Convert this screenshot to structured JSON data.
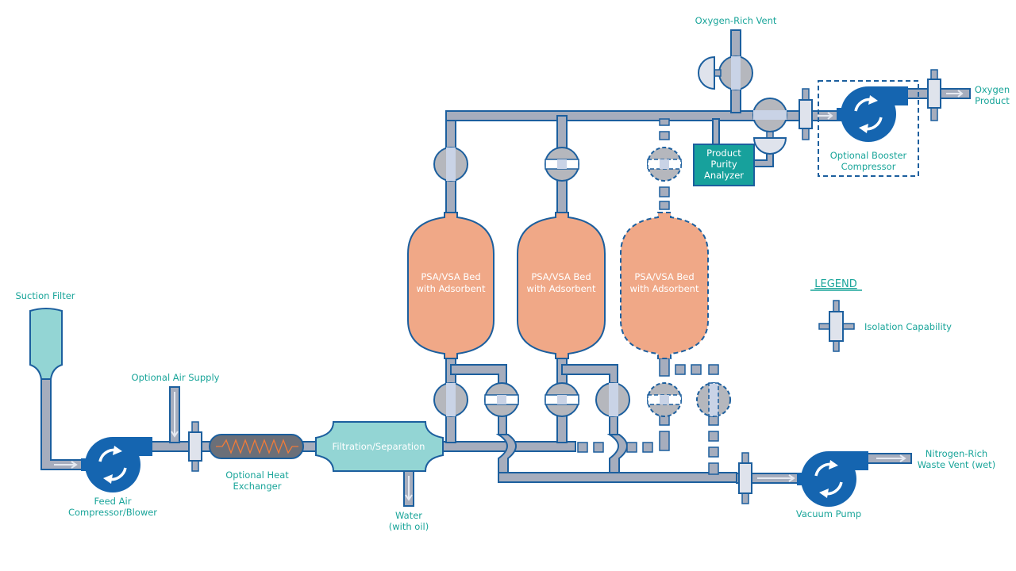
{
  "diagram": {
    "title_hidden": "PSA/VSA Oxygen Generation Process",
    "colors": {
      "pipe": "#a6adbd",
      "outline": "#1c5f9e",
      "pump": "#1565b0",
      "bed": "#f0a887",
      "filter": "#93d5d4",
      "analyzer": "#17a19c",
      "label": "#1aa59a",
      "valve": "#b5b7bd",
      "heat_exchanger": "#6b6f78",
      "coil": "#f07b3a"
    },
    "labels": {
      "suction_filter": "Suction Filter",
      "optional_air_supply": "Optional Air Supply",
      "feed_air_line1": "Feed Air",
      "feed_air_line2": "Compressor/Blower",
      "heat_exchanger_line1": "Optional Heat",
      "heat_exchanger_line2": "Exchanger",
      "filtration": "Filtration/Separation",
      "water_line1": "Water",
      "water_line2": "(with oil)",
      "bed1_line1": "PSA/VSA Bed",
      "bed1_line2": "with Adsorbent",
      "bed2_line1": "PSA/VSA Bed",
      "bed2_line2": "with Adsorbent",
      "bed3_line1": "PSA/VSA Bed",
      "bed3_line2": "with Adsorbent",
      "oxygen_rich_vent": "Oxygen-Rich Vent",
      "analyzer_line1": "Product",
      "analyzer_line2": "Purity",
      "analyzer_line3": "Analyzer",
      "booster_line1": "Optional Booster",
      "booster_line2": "Compressor",
      "oxygen_product_line1": "Oxygen",
      "oxygen_product_line2": "Product",
      "vacuum_pump": "Vacuum Pump",
      "nitrogen_line1": "Nitrogen-Rich",
      "nitrogen_line2": "Waste Vent (wet)"
    },
    "legend": {
      "title": "LEGEND",
      "items": [
        {
          "icon": "isolation-valve-icon",
          "label": "Isolation Capability"
        }
      ]
    }
  }
}
